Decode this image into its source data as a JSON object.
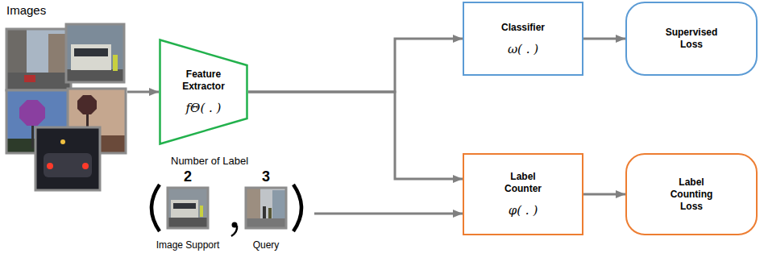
{
  "diagram": {
    "nodes": [
      {
        "text": [
          "Images"
        ]
      },
      {
        "text": [
          "Feature Extractor",
          "fΘ( . )"
        ]
      },
      {
        "text": [
          "Classifier",
          "ω( . )"
        ]
      },
      {
        "text": [
          "Supervised Loss"
        ]
      },
      {
        "text": [
          "Number of Label"
        ]
      },
      {
        "text": [
          "2",
          "Image Support"
        ],
        "in": 4
      },
      {
        "text": [
          "3",
          "Query"
        ],
        "in": 4
      },
      {
        "text": [
          "Label Counter",
          "φ( . )"
        ]
      },
      {
        "text": [
          "Label Counting Loss"
        ]
      }
    ],
    "edges": [
      {
        "from": 0,
        "to": 1,
        "arrow": "to"
      },
      {
        "from": 1,
        "to": 2,
        "arrow": "to"
      },
      {
        "from": 1,
        "to": 7,
        "arrow": "to"
      },
      {
        "from": 2,
        "to": 3,
        "arrow": "to"
      },
      {
        "from": 4,
        "to": 7,
        "arrow": "to"
      },
      {
        "from": 7,
        "to": 8,
        "arrow": "to"
      }
    ]
  }
}
